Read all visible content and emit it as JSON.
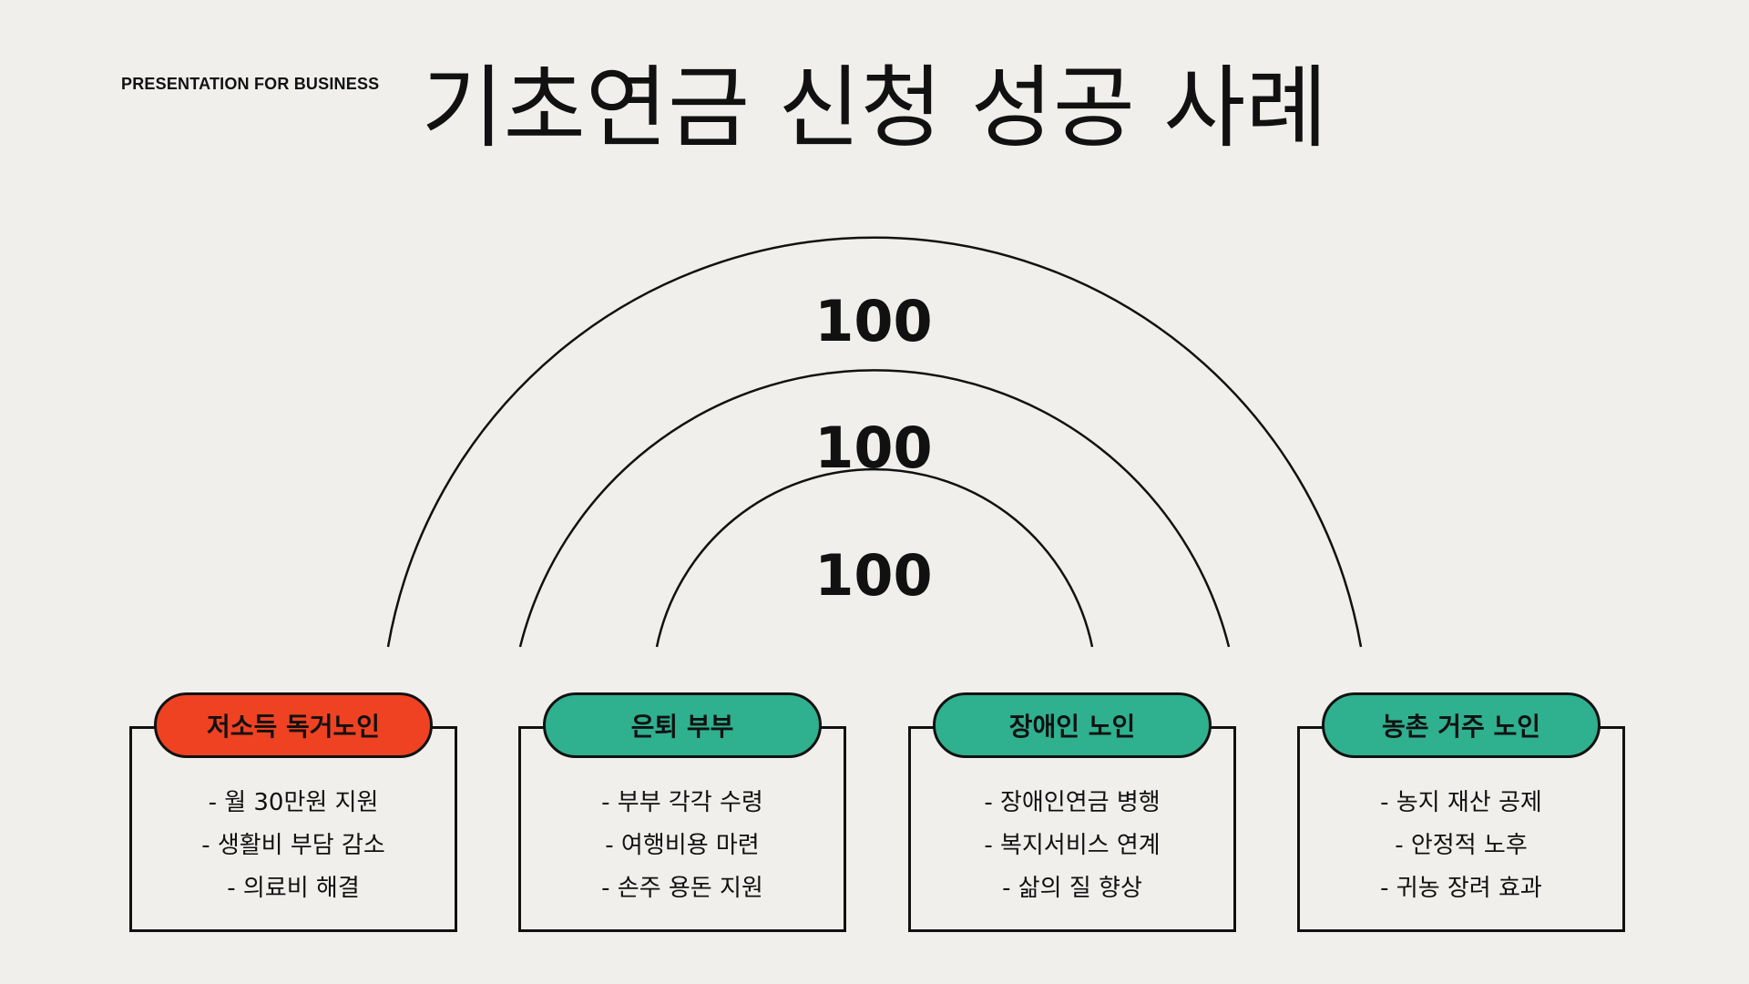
{
  "eyebrow": "PRESENTATION FOR BUSINESS",
  "title": "기초연금 신청 성공 사례",
  "arcs": {
    "outer_value": "100",
    "middle_value": "100",
    "inner_value": "100"
  },
  "cards": [
    {
      "label": "저소득 독거노인",
      "color": "#ef4222",
      "lines": [
        "- 월 30만원 지원",
        "- 생활비 부담 감소",
        "- 의료비 해결"
      ]
    },
    {
      "label": "은퇴 부부",
      "color": "#2fb08f",
      "lines": [
        "- 부부 각각 수령",
        "- 여행비용 마련",
        "- 손주 용돈 지원"
      ]
    },
    {
      "label": "장애인 노인",
      "color": "#2fb08f",
      "lines": [
        "- 장애인연금 병행",
        "- 복지서비스 연계",
        "- 삶의 질 향상"
      ]
    },
    {
      "label": "농촌 거주 노인",
      "color": "#2fb08f",
      "lines": [
        "- 농지 재산 공제",
        "- 안정적 노후",
        "- 귀농 장려 효과"
      ]
    }
  ],
  "colors": {
    "background": "#f0efec",
    "accent_red": "#ef4222",
    "accent_green": "#2fb08f",
    "ink": "#111111"
  }
}
